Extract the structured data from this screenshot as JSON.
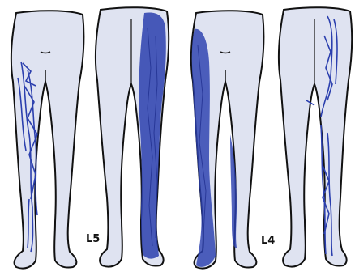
{
  "figure": {
    "panels": [
      {
        "view": "front",
        "shading": "L5"
      },
      {
        "view": "back",
        "shading": "L5"
      },
      {
        "view": "front",
        "shading": "L4"
      },
      {
        "view": "back",
        "shading": "L4"
      }
    ],
    "labels": {
      "left_pair": "L5",
      "right_pair": "L4"
    },
    "colors": {
      "skin": "#dfe3f1",
      "outline": "#111111",
      "shading": "#2b3fae",
      "background": "#ffffff"
    }
  }
}
